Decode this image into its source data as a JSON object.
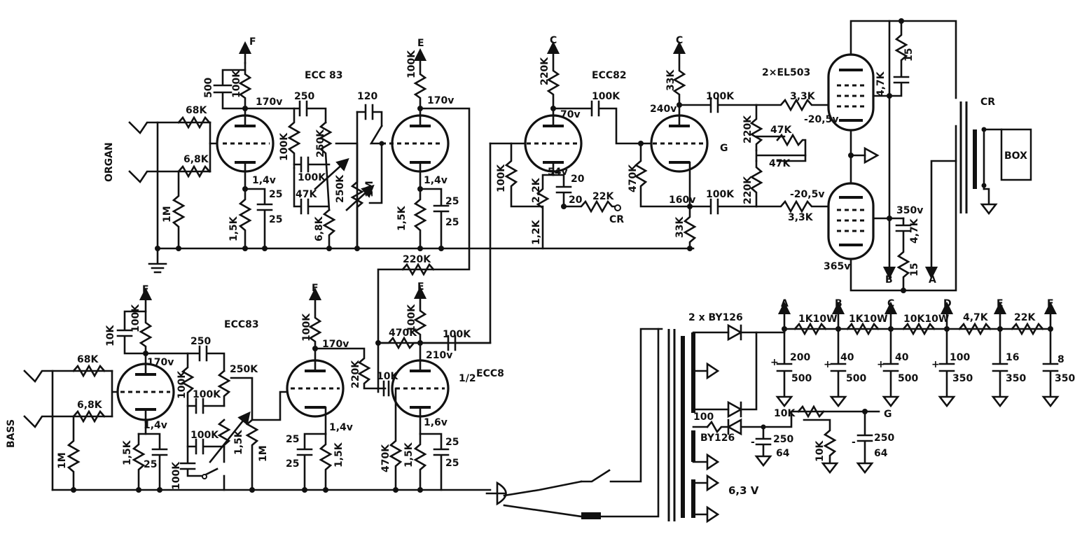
{
  "sections": {
    "organ": "ORGAN",
    "bass": "BASS"
  },
  "tubes": {
    "ecc83_top": "ECC 83",
    "ecc82": "ECC82",
    "el503": "2×EL503",
    "ecc83_bottom": "ECC83",
    "ecc8_half": "ECC8",
    "half": "1/2"
  },
  "rails": {
    "A": "A",
    "B": "B",
    "C": "C",
    "D": "D",
    "E": "E",
    "F": "F",
    "G": "G",
    "CR": "CR"
  },
  "voltages": {
    "v170": "170v",
    "v14": "1,4v",
    "v70": "70v",
    "v54": "54v",
    "v240": "240v",
    "v160": "160v",
    "m205a": "-20,5v",
    "m205b": "-20,5v",
    "v350": "350v",
    "v365": "365v",
    "v210": "210v",
    "v16": "1,6v",
    "v63": "6,3 V"
  },
  "parts": {
    "r68k": "68K",
    "r68k2": "6,8K",
    "r1m": "1M",
    "c500": "500",
    "r100k": "100K",
    "r15k": "1,5K",
    "c25": "25",
    "c250": "250",
    "r250k": "250K",
    "r47k": "47K",
    "r68k3": "6,8K",
    "c120": "120",
    "r220k": "220K",
    "r22k": "2,2K",
    "r12k": "1,2K",
    "c20": "20",
    "r22kb": "22K",
    "r470k": "470K",
    "r33k": "33K",
    "r33kb": "3,3K",
    "r47kb": "4,7K",
    "r15": "15",
    "r10k": "10K",
    "r1k10w": "1K10W",
    "r10k10w": "10K10W",
    "c200": "200",
    "c40": "40",
    "c100": "100",
    "c16": "16",
    "c8": "8",
    "c350": "350",
    "c64": "64",
    "plus": "+",
    "minus": "-"
  },
  "psu": {
    "rect_top": "2 x BY126",
    "rect_bottom": "BY126"
  },
  "box": "BOX"
}
